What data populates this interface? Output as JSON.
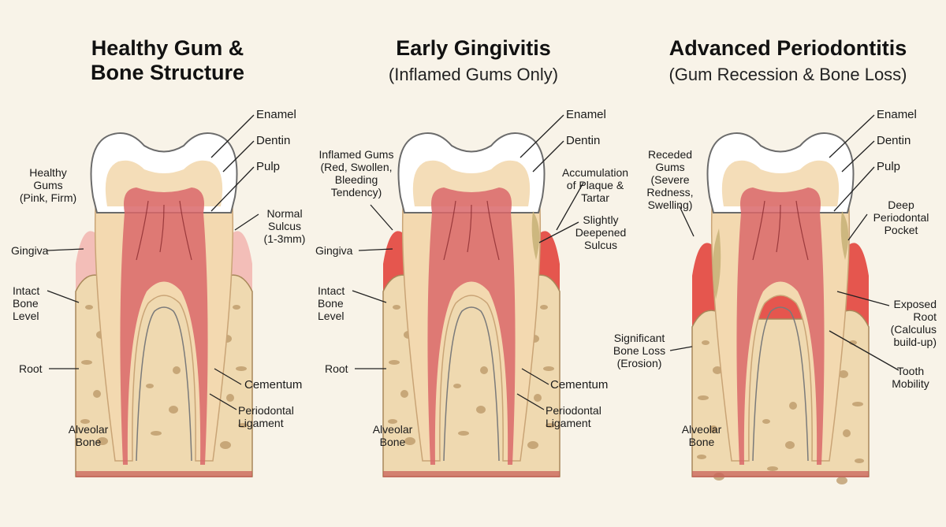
{
  "panels": [
    {
      "id": "healthy",
      "title_line1": "Healthy Gum &",
      "title_line2": "Bone Structure",
      "labels": {
        "enamel": "Enamel",
        "dentin": "Dentin",
        "pulp": "Pulp",
        "gums_title": "Healthy",
        "gums_title2": "Gums",
        "gums_note": "(Pink, Firm)",
        "sulcus_1": "Normal",
        "sulcus_2": "Sulcus",
        "sulcus_note": "(1-3mm)",
        "gingiva": "Gingiva",
        "bone_1": "Intact",
        "bone_2": "Bone",
        "bone_3": "Level",
        "root": "Root",
        "cementum": "Cementum",
        "ligament_1": "Periodontal",
        "ligament_2": "Ligament",
        "alveolar_1": "Alveolar",
        "alveolar_2": "Bone"
      }
    },
    {
      "id": "gingivitis",
      "title": "Early Gingivitis",
      "subtitle": "(Inflamed Gums Only)",
      "labels": {
        "enamel": "Enamel",
        "dentin": "Dentin",
        "inflamed_title": "Inflamed Gums",
        "inflamed_note1": "(Red, Swollen,",
        "inflamed_note2": "Bleeding",
        "inflamed_note3": "Tendency)",
        "plaque_1": "Accumulation",
        "plaque_2": "of Plaque &",
        "plaque_3": "Tartar",
        "sulcus_1": "Slightly",
        "sulcus_2": "Deepened",
        "sulcus_3": "Sulcus",
        "gingiva": "Gingiva",
        "bone_1": "Intact",
        "bone_2": "Bone",
        "bone_3": "Level",
        "root": "Root",
        "cementum": "Cementum",
        "ligament_1": "Periodontal",
        "ligament_2": "Ligament",
        "alveolar_1": "Alveolar",
        "alveolar_2": "Bone"
      }
    },
    {
      "id": "periodontitis",
      "title": "Advanced Periodontitis",
      "subtitle": "(Gum Recession & Bone Loss)",
      "labels": {
        "enamel": "Enamel",
        "dentin": "Dentin",
        "pulp": "Pulp",
        "receded_1": "Receded",
        "receded_2": "Gums",
        "receded_note1": "(Severe",
        "receded_note2": "Redness,",
        "receded_note3": "Swelling)",
        "pocket_1": "Deep",
        "pocket_2": "Periodontal",
        "pocket_3": "Pocket",
        "exposed_1": "Exposed",
        "exposed_2": "Root",
        "exposed_note1": "(Calculus",
        "exposed_note2": "build-up)",
        "boneloss_1": "Significant",
        "boneloss_2": "Bone Loss",
        "boneloss_3": "(Erosion)",
        "mobility_1": "Tooth",
        "mobility_2": "Mobility",
        "alveolar_1": "Alveolar",
        "alveolar_2": "Bone"
      }
    }
  ],
  "colors": {
    "background": "#f8f3e8",
    "healthy_gum": "#f2b8b3",
    "inflamed_gum": "#e23a32",
    "bone": "#efd9b0",
    "dentin": "#f3d9b0",
    "pulp": "#d9676a",
    "enamel": "#ffffff"
  }
}
